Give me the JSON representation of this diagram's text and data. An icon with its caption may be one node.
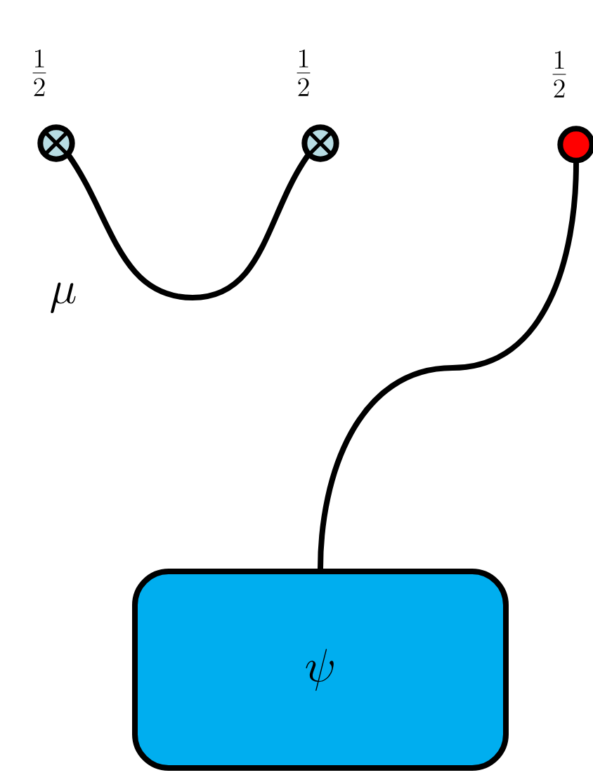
{
  "diagram": {
    "nodes": [
      {
        "text": [],
        "shape": "circle",
        "beside": [
          "\\frac{1}{2}"
        ]
      },
      {
        "text": [],
        "shape": "circle",
        "beside": [
          "\\frac{1}{2}"
        ]
      },
      {
        "text": [],
        "shape": "circle",
        "beside": [
          "\\frac{1}{2}"
        ]
      },
      {
        "text": [
          "\\psi"
        ]
      }
    ],
    "edges": [
      {
        "from": 0,
        "to": 1,
        "arrow": "none",
        "label": "\\mu"
      },
      {
        "from": 2,
        "to": 3,
        "arrow": "none"
      }
    ]
  }
}
